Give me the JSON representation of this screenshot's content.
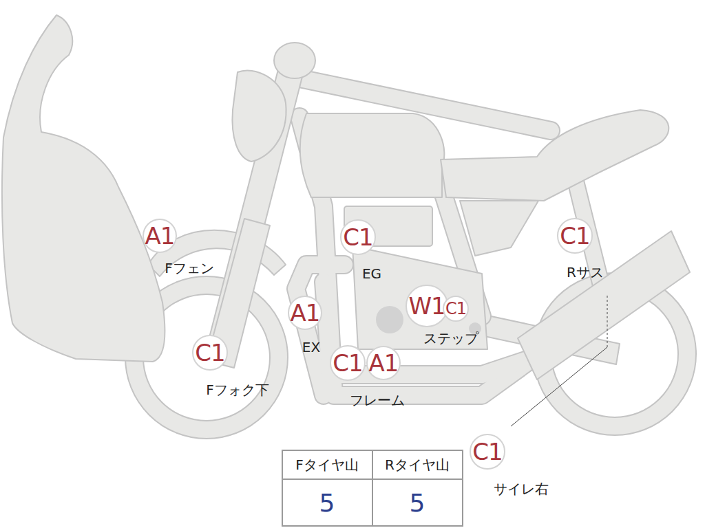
{
  "diagram": {
    "nodes": [
      {
        "text": [
          "A1"
        ]
      },
      {
        "text": [
          "C1"
        ]
      },
      {
        "text": [
          "C1"
        ]
      },
      {
        "text": [
          "A1"
        ]
      },
      {
        "text": [
          "W1"
        ]
      },
      {
        "text": [
          "C1"
        ]
      },
      {
        "text": [
          "C1"
        ]
      },
      {
        "text": [
          "C1"
        ]
      },
      {
        "text": [
          "A1"
        ]
      },
      {
        "text": [
          "C1"
        ]
      }
    ],
    "labels": [
      "Fフェン",
      "EG",
      "Rサス",
      "EX",
      "ステップ",
      "Fフォク下",
      "フレーム",
      "サイレ右",
      "Fタイヤ山",
      "Rタイヤ山",
      "5",
      "5"
    ]
  }
}
